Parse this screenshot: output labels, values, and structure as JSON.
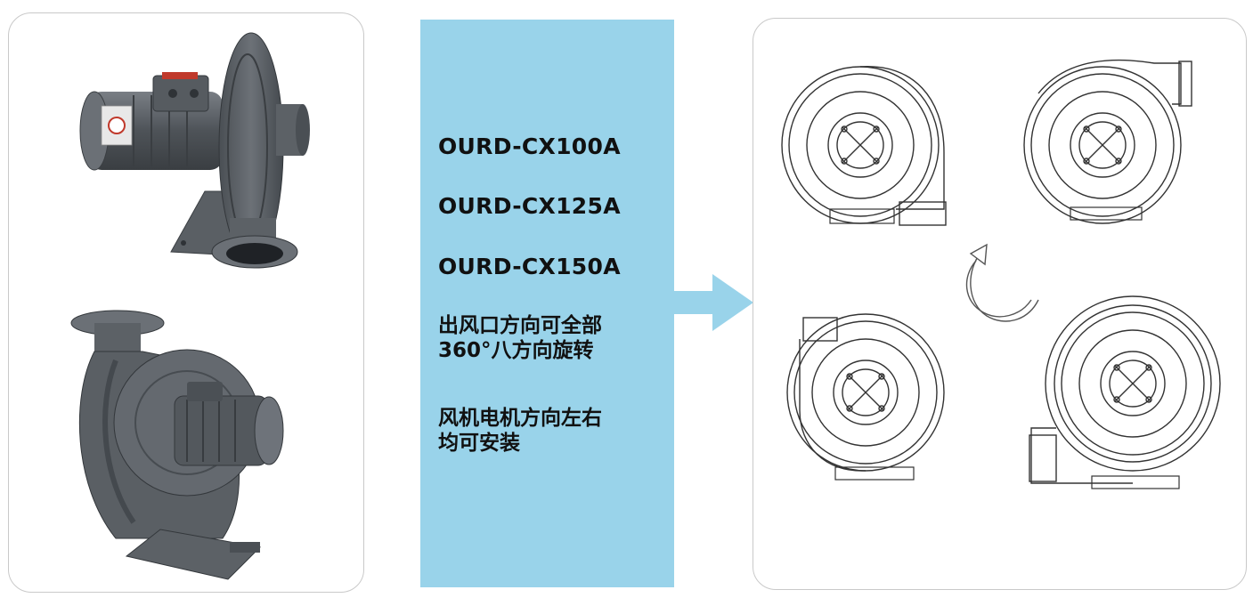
{
  "center_panel": {
    "models": [
      "OURD-CX100A",
      "OURD-CX125A",
      "OURD-CX150A"
    ],
    "outlet_note_line1": "出风口方向可全部",
    "outlet_note_line2": "360°八方向旋转",
    "motor_note_line1": "风机电机方向左右",
    "motor_note_line2": "均可安装"
  },
  "colors": {
    "center_box": "#99d3ea",
    "arrow": "#99d3ea",
    "blower_body": "#5c6166",
    "panel_border": "#c9c9c9"
  }
}
